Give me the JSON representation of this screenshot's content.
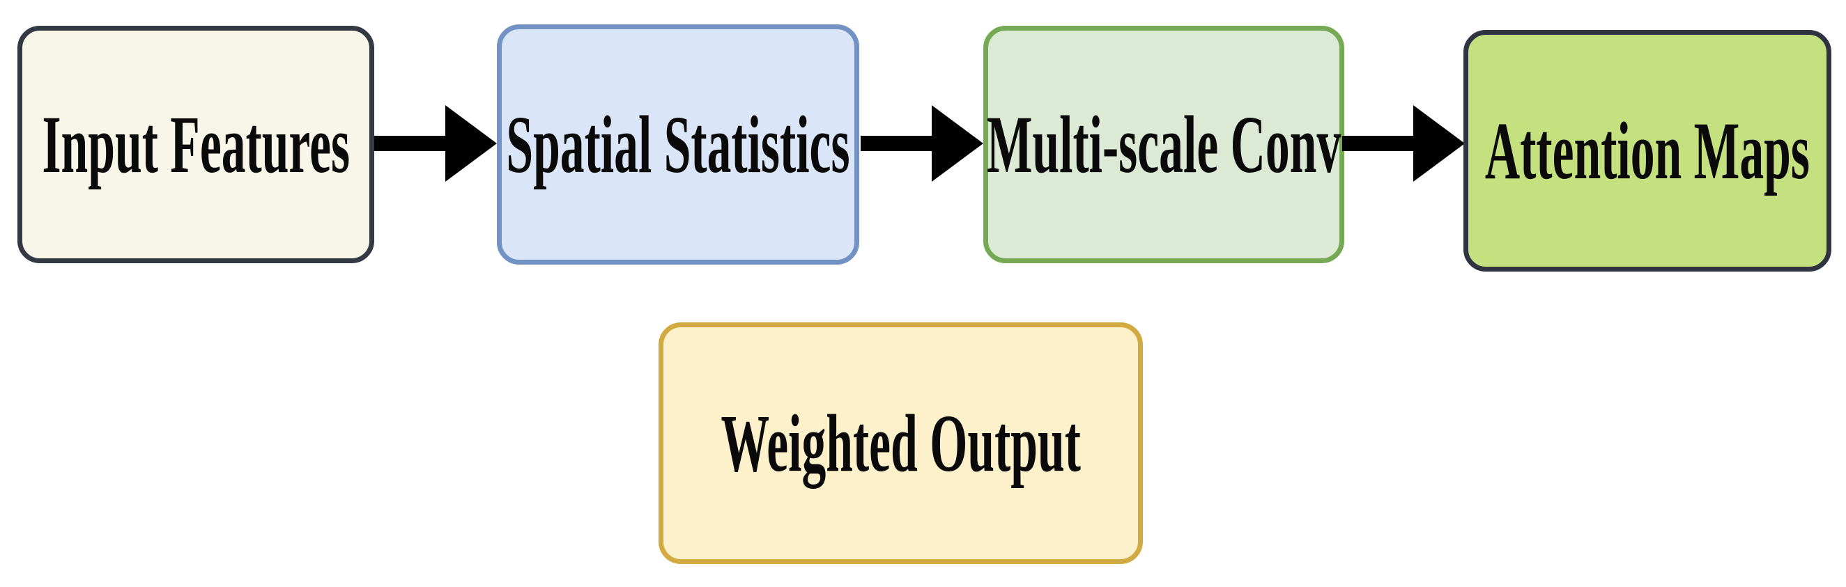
{
  "diagram": {
    "background_color": "#ffffff",
    "text_color": "#0a0a0a",
    "arrow_color": "#010101",
    "nodes": [
      {
        "id": "input-features",
        "label": "Input Features",
        "fill": "#f8f5e9",
        "border": "#333a44"
      },
      {
        "id": "spatial-statistics",
        "label": "Spatial Statistics",
        "fill": "#dae6f7",
        "border": "#7292c3"
      },
      {
        "id": "multi-scale-conv",
        "label": "Multi-scale Conv",
        "fill": "#dbe9d5",
        "border": "#76a953"
      },
      {
        "id": "attention-maps",
        "label": "Attention Maps",
        "fill": "#c5e07f",
        "border": "#2f3540"
      },
      {
        "id": "weighted-output",
        "label": "Weighted Output",
        "fill": "#fdf1cb",
        "border": "#d1ab41"
      }
    ],
    "edges": [
      {
        "from": "input-features",
        "to": "spatial-statistics"
      },
      {
        "from": "spatial-statistics",
        "to": "multi-scale-conv"
      },
      {
        "from": "multi-scale-conv",
        "to": "attention-maps"
      }
    ]
  }
}
